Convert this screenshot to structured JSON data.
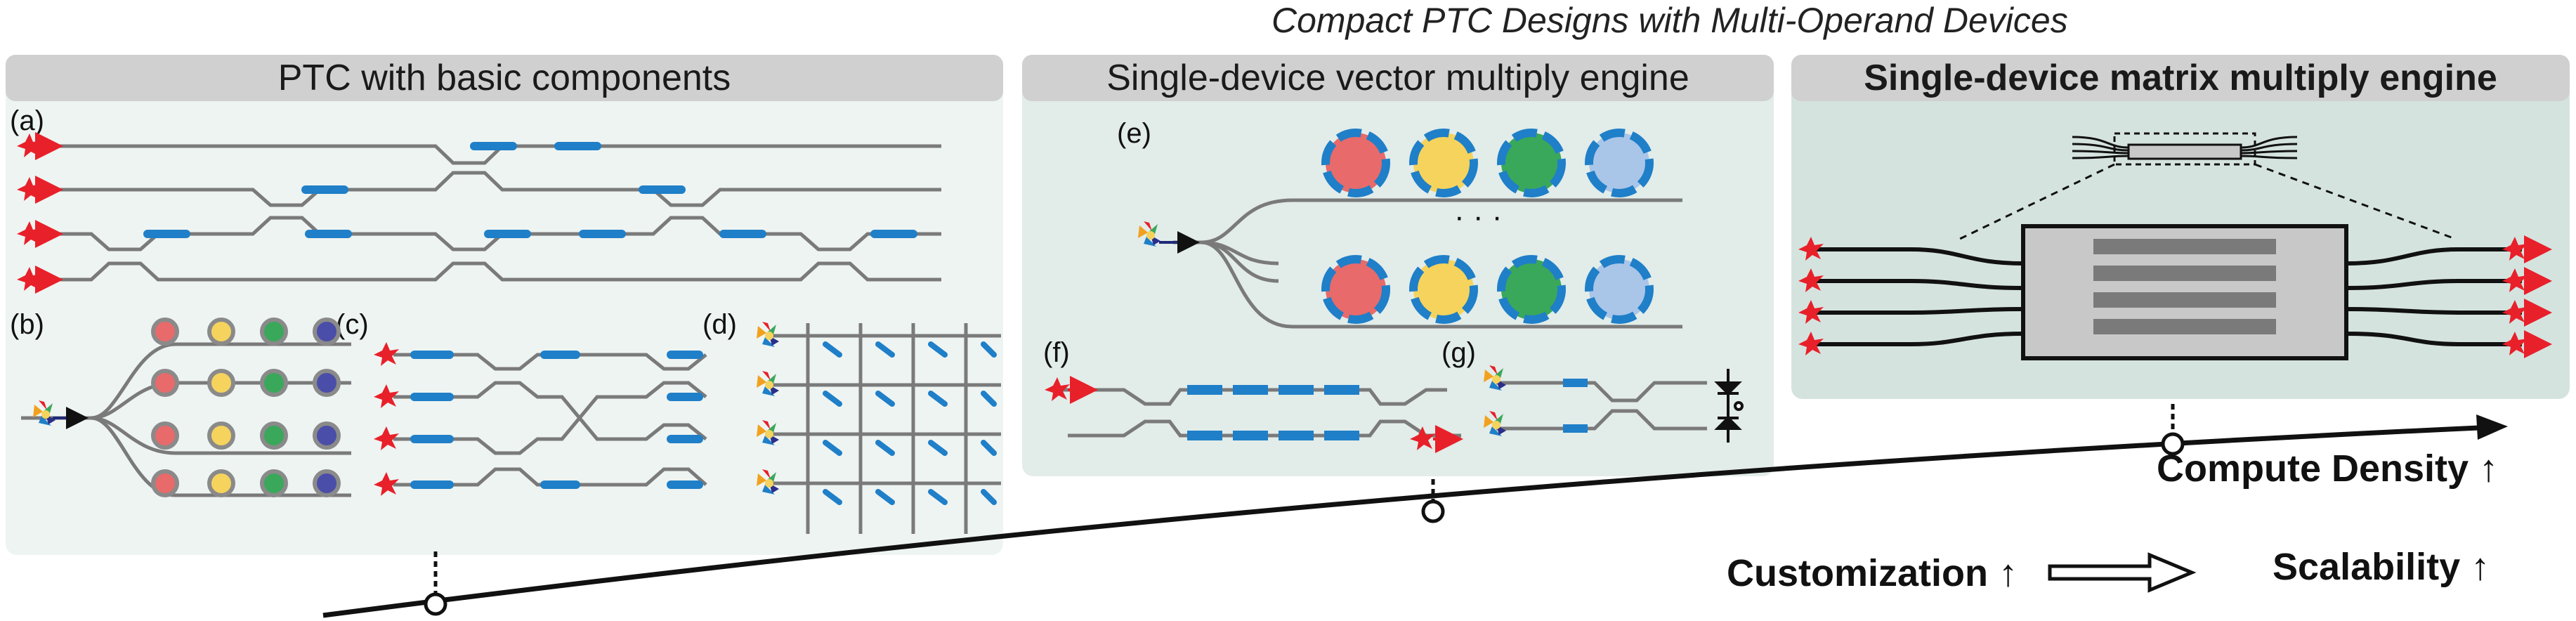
{
  "figure_title": "Compact PTC Designs with Multi-Operand Devices",
  "panels": [
    {
      "header": "PTC with basic components"
    },
    {
      "header": "Single-device vector multiply engine"
    },
    {
      "header": "Single-device matrix multiply engine"
    }
  ],
  "subfigure_labels": {
    "a": "(a)",
    "b": "(b)",
    "c": "(c)",
    "d": "(d)",
    "e": "(e)",
    "f": "(f)",
    "g": "(g)"
  },
  "ellipsis": "· · ·",
  "features": {
    "customization": "Customization ↑",
    "compute_density": "Compute Density ↑",
    "scalability": "Scalability ↑"
  },
  "colors": {
    "panel1_bg": "#eef4f2",
    "panel2_bg": "#e2ece9",
    "panel3_bg": "#d5e3df",
    "header_bg": "#d0d0d0",
    "waveguide": "#7a7a7a",
    "phase_shifter": "#1f7fc8",
    "laser_red": "#e8202a",
    "ring_red": "#e86a6a",
    "ring_yellow": "#f5d35c",
    "ring_green": "#3aa85a",
    "ring_lightblue": "#a9c5e8",
    "ring_navy": "#4a4ea8"
  }
}
